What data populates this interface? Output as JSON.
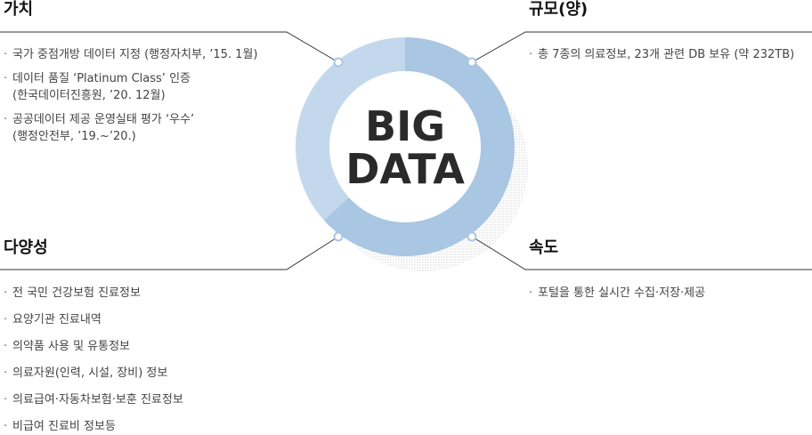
{
  "center": {
    "line1": "BIG",
    "line2": "DATA"
  },
  "colors": {
    "ring_dark": "#a9c6e2",
    "ring_light": "#c3d8ec",
    "line": "#333333",
    "dot_fill": "#ffffff",
    "dot_stroke": "#a9c6e2"
  },
  "sections": {
    "value": {
      "title": "가치",
      "items": [
        {
          "text": "국가 중점개방 데이터 지정 (행정자치부, ’15. 1월)"
        },
        {
          "text": "데이터 품질 ‘Platinum Class’ 인증",
          "sub": "(한국데이터진흥원, ’20. 12월)"
        },
        {
          "text": "공공데이터 제공 운영실태 평가 ‘우수’",
          "sub": "(행정안전부, ’19.~’20.)"
        }
      ]
    },
    "volume": {
      "title": "규모(양)",
      "items": [
        {
          "text": "총 7종의 의료정보, 23개 관련 DB 보유 (약 232TB)"
        }
      ]
    },
    "variety": {
      "title": "다양성",
      "items": [
        {
          "text": "전 국민 건강보험 진료정보"
        },
        {
          "text": "요양기관 진료내역"
        },
        {
          "text": "의약품 사용 및 유통정보"
        },
        {
          "text": "의료자원(인력, 시설, 장비) 정보"
        },
        {
          "text": "의료급여·자동차보험·보훈 진료정보"
        },
        {
          "text": "비급여 진료비 정보등"
        }
      ]
    },
    "velocity": {
      "title": "속도",
      "items": [
        {
          "text": "포털을 통한 실시간 수집·저장·제공"
        }
      ]
    }
  }
}
